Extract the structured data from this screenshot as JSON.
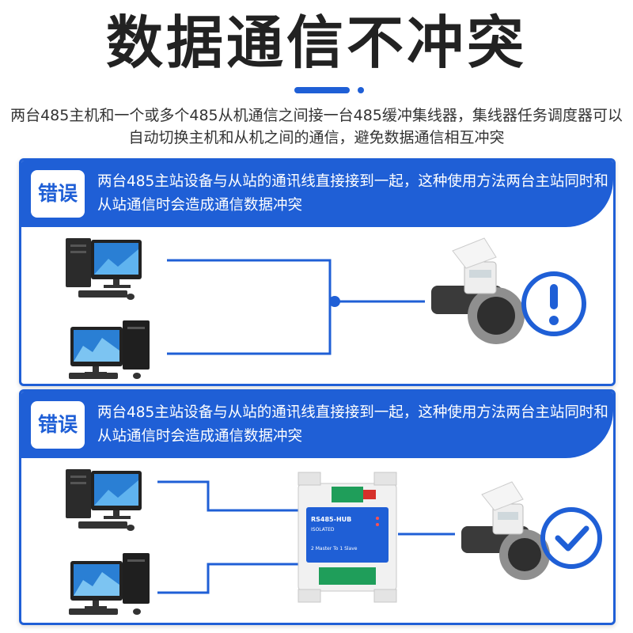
{
  "title": "数据通信不冲突",
  "intro": "两台485主机和一个或多个485从机通信之间接一台485缓冲集线器，集线器任务调度器可以自动切换主机和从机之间的通信，避免数据通信相互冲突",
  "panels": [
    {
      "tag": "错误",
      "text": "两台485主站设备与从站的通讯线直接接到一起，这种使用方法两台主站同时和从站通信时会造成通信数据冲突",
      "status": "warning"
    },
    {
      "tag": "错误",
      "text": "两台485主站设备与从站的通讯线直接接到一起，这种使用方法两台主站同时和从站通信时会造成通信数据冲突",
      "status": "ok"
    }
  ],
  "hub": {
    "model": "RS485-HUB",
    "sub": "ISOLATED",
    "caption": "2 Master To 1 Slave"
  },
  "colors": {
    "accent": "#1f5fd6"
  }
}
